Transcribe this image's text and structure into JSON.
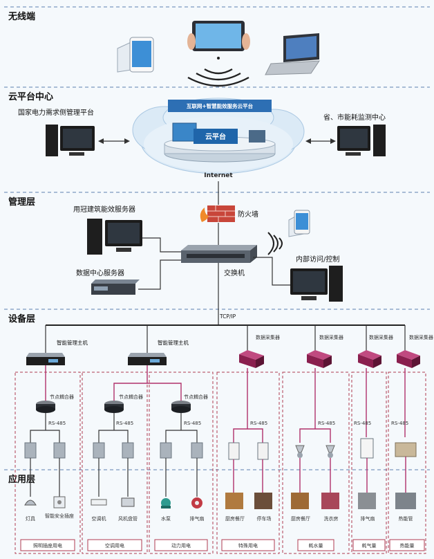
{
  "layers": {
    "wireless": "无线端",
    "cloud": "云平台中心",
    "management": "管理层",
    "device": "设备层",
    "application": "应用层"
  },
  "cloud": {
    "banner": "互联网+智慧能效服务云平台",
    "platform_label": "云平台",
    "internet_label": "Internet",
    "left_platform": "国家电力需求侧管理平台",
    "right_center": "省、市能耗监测中心"
  },
  "management": {
    "firewall": "防火墙",
    "service_server": "用冠建筑能效服务器",
    "data_server": "数据中心服务器",
    "switch": "交换机",
    "internal_access": "内部访问/控制"
  },
  "device": {
    "bus_label": "TCP/IP",
    "host_1": "智能管理主机",
    "host_2": "智能管理主机",
    "collectors": [
      "数据采集器",
      "数据采集器",
      "数据采集器",
      "数据采集器"
    ],
    "couplers": [
      "节点耦合器",
      "节点耦合器",
      "节点耦合器"
    ],
    "rs485": [
      "RS-485",
      "RS-485",
      "RS-485",
      "RS-485",
      "RS-485",
      "RS-485",
      "RS-485"
    ]
  },
  "application": {
    "endpoints": [
      "灯具",
      "智能安全插座",
      "空调机",
      "风机盘管",
      "水泵",
      "排气扇",
      "厨房餐厅",
      "停车场",
      "厨房餐厅",
      "洗衣房",
      "排气扇",
      "热能管"
    ],
    "groups": [
      "照明插座用电",
      "空调用电",
      "动力用电",
      "特殊用电",
      "耗水量",
      "耗气量",
      "热能量"
    ]
  }
}
